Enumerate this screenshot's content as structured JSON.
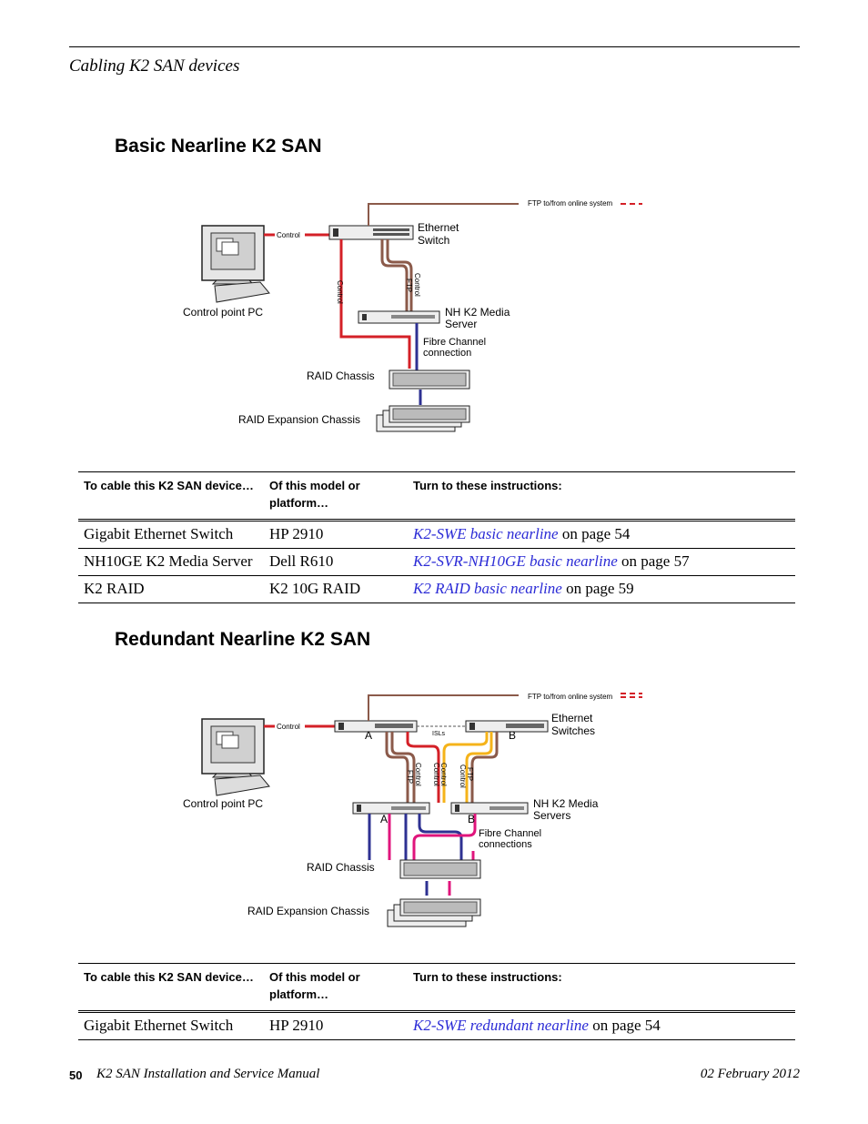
{
  "header": {
    "running_head": "Cabling K2 SAN devices"
  },
  "sections": {
    "basic": {
      "title": "Basic Nearline K2 SAN"
    },
    "redundant": {
      "title": "Redundant Nearline K2 SAN"
    }
  },
  "diagram_basic": {
    "ftp_label": "FTP to/from online system",
    "control_label": "Control",
    "ethernet_switch_1": "Ethernet",
    "ethernet_switch_2": "Switch",
    "control_point_pc": "Control point PC",
    "vertical_control": "Control",
    "vertical_control_ftp_1": "Control",
    "vertical_control_ftp_2": "FTP",
    "media_server_1": "NH K2 Media",
    "media_server_2": "Server",
    "fibre_1": "Fibre Channel",
    "fibre_2": "connection",
    "raid_chassis": "RAID Chassis",
    "raid_expansion": "RAID Expansion Chassis"
  },
  "diagram_redundant": {
    "ftp_label": "FTP to/from online system",
    "control_label": "Control",
    "isls": "ISLs",
    "switch_a": "A",
    "switch_b": "B",
    "ethernet_switches_1": "Ethernet",
    "ethernet_switches_2": "Switches",
    "control_point_pc": "Control point PC",
    "v_control_ftp_1": "Control",
    "v_control_ftp_2": "FTP",
    "v_control_control_1": "Control",
    "v_control_control_2": "Control",
    "v_ftp_control_1": "FTP",
    "v_ftp_control_2": "Control",
    "media_servers_1": "NH K2 Media",
    "media_servers_2": "Servers",
    "server_a": "A",
    "server_b": "B",
    "fibre_1": "Fibre Channel",
    "fibre_2": "connections",
    "raid_chassis": "RAID Chassis",
    "raid_expansion": "RAID Expansion Chassis"
  },
  "table_headers": {
    "device": "To cable this K2 SAN device…",
    "model_1": "Of this model or",
    "model_2": "platform…",
    "instructions": "Turn to these instructions:"
  },
  "table_basic": [
    {
      "device": "Gigabit Ethernet Switch",
      "model": "HP 2910",
      "link": "K2-SWE basic nearline",
      "page": " on page 54"
    },
    {
      "device": "NH10GE K2 Media Server",
      "model": "Dell R610",
      "link": "K2-SVR-NH10GE basic nearline",
      "page": " on page 57"
    },
    {
      "device": "K2 RAID",
      "model": "K2 10G RAID",
      "link": "K2 RAID basic nearline",
      "page": " on page 59"
    }
  ],
  "table_redundant": [
    {
      "device": "Gigabit Ethernet Switch",
      "model": "HP 2910",
      "link": "K2-SWE redundant nearline",
      "page": " on page 54"
    }
  ],
  "footer": {
    "page_number": "50",
    "manual_title": "K2 SAN Installation and Service Manual",
    "date": "02 February 2012"
  },
  "colors": {
    "control_red": "#d42027",
    "ftp_brown": "#8b5a4a",
    "fibre_blue": "#2e3192",
    "fibre_magenta": "#e0157c",
    "control_yellow": "#f5b31a"
  }
}
